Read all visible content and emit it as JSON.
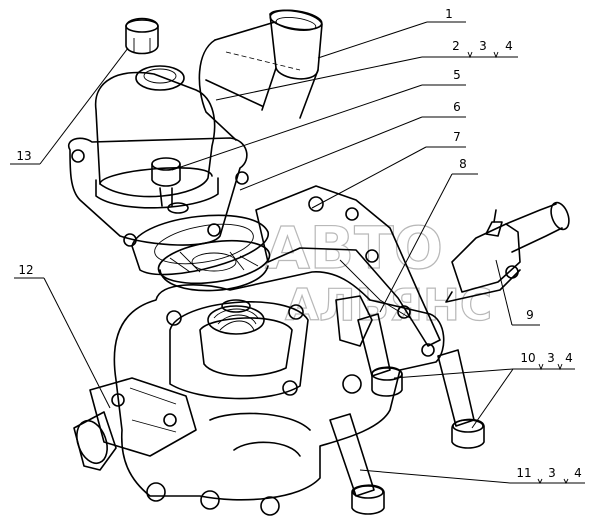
{
  "watermark": {
    "line1": "АВТО",
    "line2": "АЛЬЯНС"
  },
  "callouts": [
    {
      "id": "c1",
      "numbers": [
        "1"
      ]
    },
    {
      "id": "c2",
      "numbers": [
        "2",
        "3",
        "4"
      ]
    },
    {
      "id": "c5",
      "numbers": [
        "5"
      ]
    },
    {
      "id": "c6",
      "numbers": [
        "6"
      ]
    },
    {
      "id": "c7",
      "numbers": [
        "7"
      ]
    },
    {
      "id": "c8",
      "numbers": [
        "8"
      ]
    },
    {
      "id": "c9",
      "numbers": [
        "9"
      ]
    },
    {
      "id": "c10",
      "numbers": [
        "10",
        "3",
        "4"
      ]
    },
    {
      "id": "c11",
      "numbers": [
        "11",
        "3",
        "4"
      ]
    },
    {
      "id": "c12",
      "numbers": [
        "12"
      ]
    },
    {
      "id": "c13",
      "numbers": [
        "13"
      ]
    }
  ]
}
